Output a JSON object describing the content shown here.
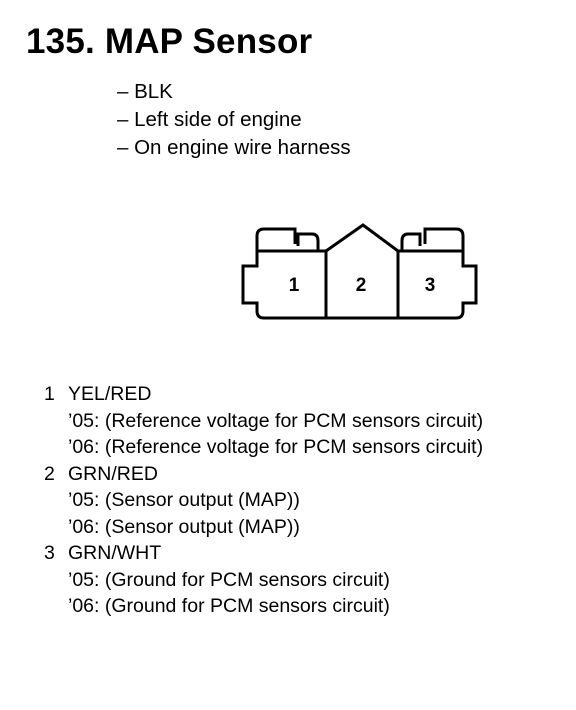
{
  "title": "135. MAP Sensor",
  "notes": [
    "– BLK",
    "– Left side of engine",
    "– On engine wire harness"
  ],
  "connector": {
    "terminals": [
      "1",
      "2",
      "3"
    ]
  },
  "pins": [
    {
      "number": "1",
      "wire": "YEL/RED",
      "lines": [
        "’05: (Reference voltage for PCM sensors circuit)",
        "’06: (Reference voltage for PCM sensors circuit)"
      ]
    },
    {
      "number": "2",
      "wire": "GRN/RED",
      "lines": [
        "’05: (Sensor output (MAP))",
        "’06: (Sensor output (MAP))"
      ]
    },
    {
      "number": "3",
      "wire": "GRN/WHT",
      "lines": [
        "’05: (Ground for PCM sensors circuit)",
        "’06: (Ground for PCM sensors circuit)"
      ]
    }
  ]
}
